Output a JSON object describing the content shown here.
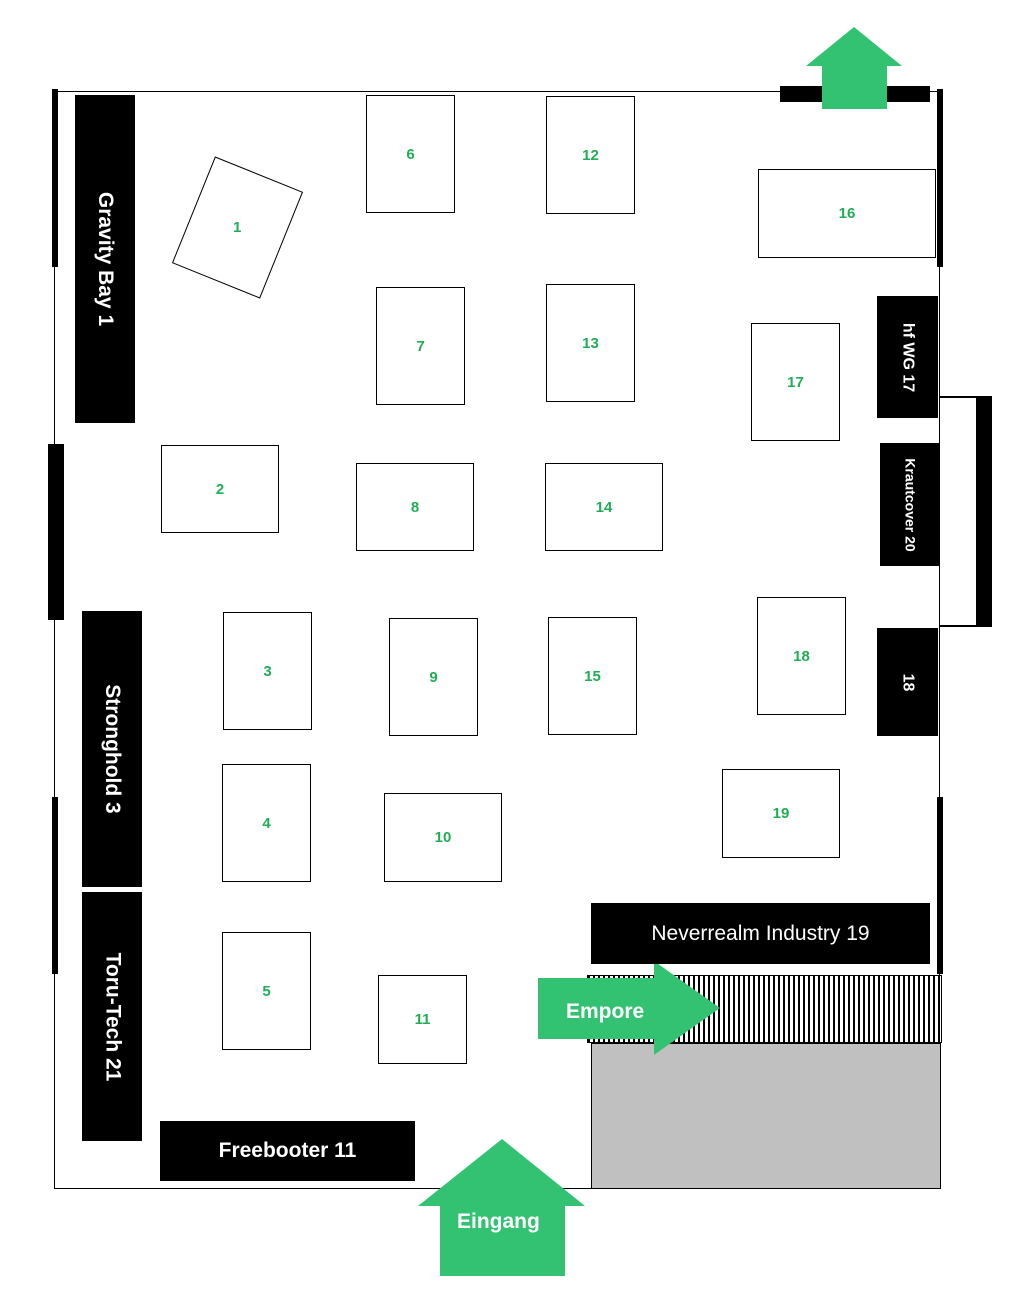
{
  "tables": [
    {
      "id": "1",
      "label": "1"
    },
    {
      "id": "2",
      "label": "2"
    },
    {
      "id": "3",
      "label": "3"
    },
    {
      "id": "4",
      "label": "4"
    },
    {
      "id": "5",
      "label": "5"
    },
    {
      "id": "6",
      "label": "6"
    },
    {
      "id": "7",
      "label": "7"
    },
    {
      "id": "8",
      "label": "8"
    },
    {
      "id": "9",
      "label": "9"
    },
    {
      "id": "10",
      "label": "10"
    },
    {
      "id": "11",
      "label": "11"
    },
    {
      "id": "12",
      "label": "12"
    },
    {
      "id": "13",
      "label": "13"
    },
    {
      "id": "14",
      "label": "14"
    },
    {
      "id": "15",
      "label": "15"
    },
    {
      "id": "16",
      "label": "16"
    },
    {
      "id": "17",
      "label": "17"
    },
    {
      "id": "18",
      "label": "18"
    },
    {
      "id": "19",
      "label": "19"
    }
  ],
  "vendors": {
    "gravity_bay": "Gravity Bay 1",
    "stronghold": "Stronghold 3",
    "toru_tech": "Toru-Tech 21",
    "freebooter": "Freebooter 11",
    "neverrealm": "Neverrealm Industry 19",
    "hfwg": "hf WG 17",
    "krautcover": "Krautcover 20",
    "booth_18": "18"
  },
  "arrows": {
    "entrance": "Eingang",
    "gallery": "Empore"
  },
  "colors": {
    "accent_green": "#33c172",
    "label_green": "#1fae55",
    "booth": "#000000",
    "grey_area": "#c0c0c0"
  }
}
